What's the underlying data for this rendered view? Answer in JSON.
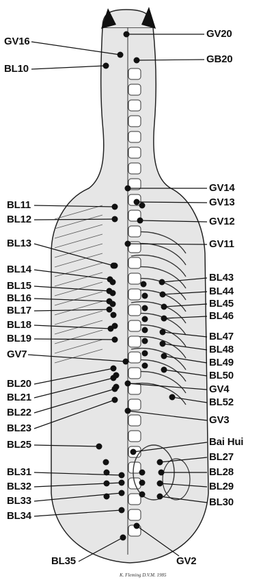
{
  "title": "",
  "colors": {
    "ink": "#111111",
    "skin": "#e6e6e6",
    "bone": "#ffffff",
    "line": "#222222"
  },
  "labels_left": [
    "GV16",
    "BL10",
    "BL11",
    "BL12",
    "BL13",
    "BL14",
    "BL15",
    "BL16",
    "BL17",
    "BL18",
    "BL19",
    "GV7",
    "BL20",
    "BL21",
    "BL22",
    "BL23",
    "BL25",
    "BL31",
    "BL32",
    "BL33",
    "BL34",
    "BL35"
  ],
  "labels_right": [
    "GV20",
    "GB20",
    "GV14",
    "GV13",
    "GV12",
    "GV11",
    "BL43",
    "BL44",
    "BL45",
    "BL46",
    "BL47",
    "BL48",
    "BL49",
    "BL50",
    "GV4",
    "BL52",
    "GV3",
    "Bai Hui",
    "BL27",
    "BL28",
    "BL29",
    "BL30",
    "GV2"
  ],
  "signature": "K. Fleming D.V.M. 1985"
}
